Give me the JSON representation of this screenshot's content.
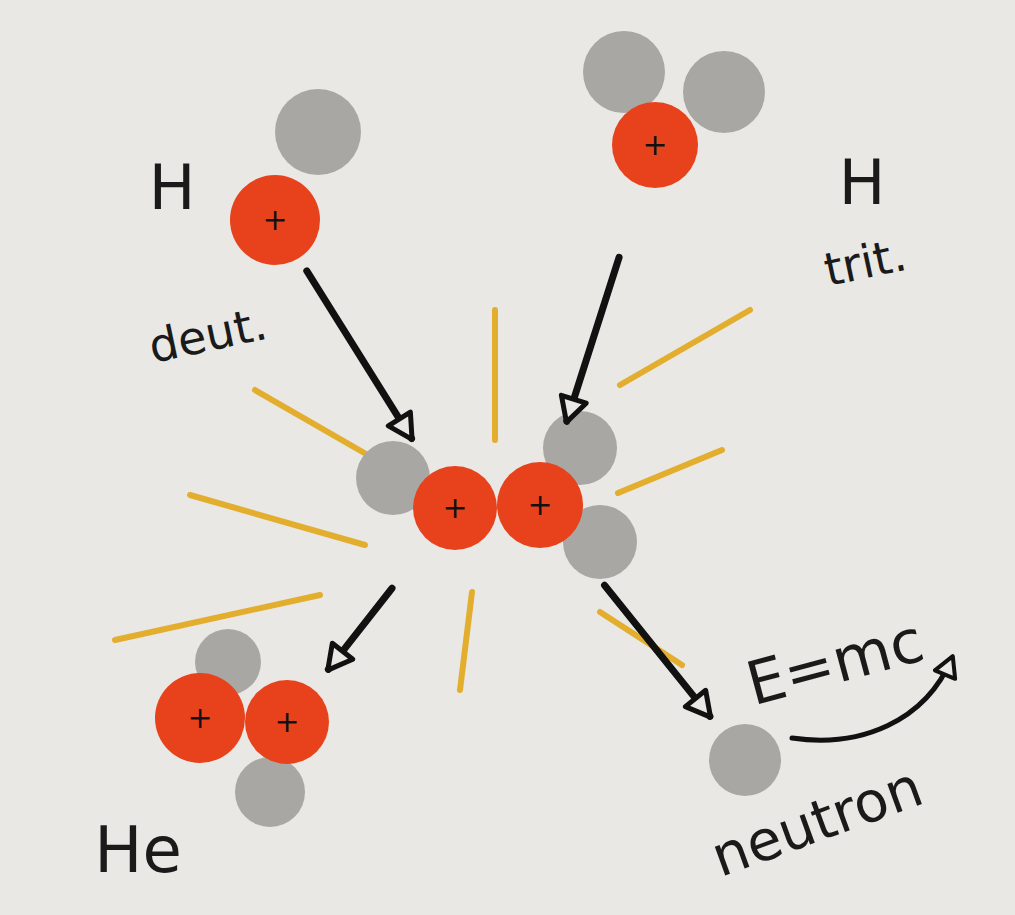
{
  "diagram": {
    "nodes": [
      {
        "text": [
          "+"
        ]
      },
      {
        "text": [
          "+"
        ]
      },
      {
        "text": [
          "+"
        ]
      },
      {
        "text": [
          "+"
        ]
      },
      {
        "text": [
          "+"
        ]
      },
      {
        "text": [
          "+"
        ]
      },
      {
        "text": [
          "neutron"
        ]
      }
    ],
    "edges": [
      {
        "from": 0,
        "to": 2,
        "arrow": "to"
      },
      {
        "from": 1,
        "to": 3,
        "arrow": "to"
      },
      {
        "from": 2,
        "to": 5,
        "arrow": "to"
      },
      {
        "from": 3,
        "to": 6,
        "arrow": "to"
      }
    ],
    "labels": [
      "H",
      "deut.",
      "H",
      "trit.",
      "He",
      "E=mc"
    ]
  }
}
